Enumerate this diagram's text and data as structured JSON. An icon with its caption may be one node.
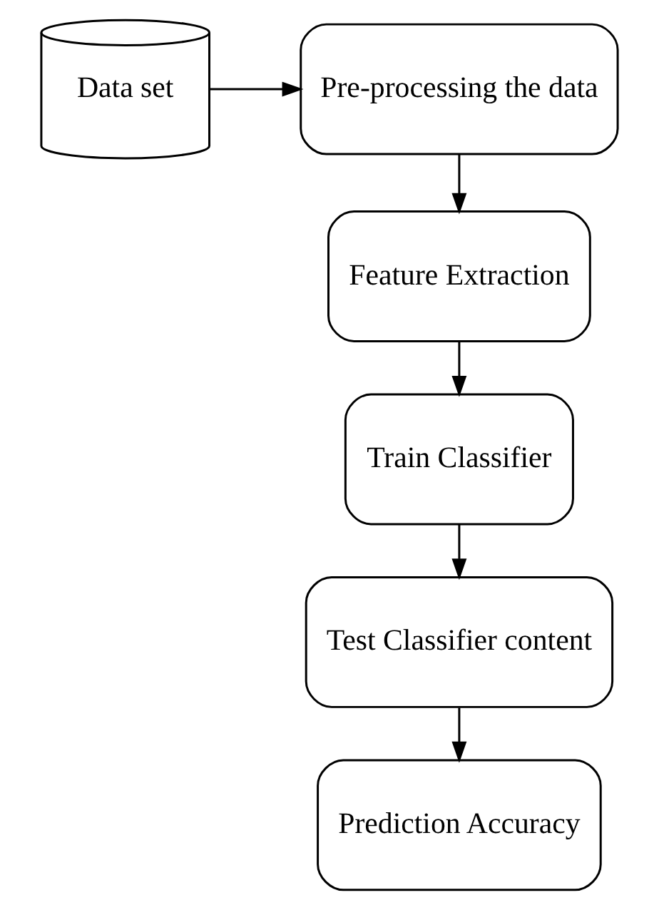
{
  "diagram": {
    "nodes": [
      {
        "text": [
          "Data set"
        ]
      },
      {
        "text": [
          "Pre-processing the data"
        ]
      },
      {
        "text": [
          "Feature Extraction"
        ]
      },
      {
        "text": [
          "Train Classifier"
        ]
      },
      {
        "text": [
          "Test Classifier content"
        ]
      },
      {
        "text": [
          "Prediction Accuracy"
        ]
      }
    ],
    "edges": [
      {
        "from": 0,
        "to": 1,
        "arrow": "to"
      },
      {
        "from": 1,
        "to": 2,
        "arrow": "to"
      },
      {
        "from": 2,
        "to": 3,
        "arrow": "to"
      },
      {
        "from": 3,
        "to": 4,
        "arrow": "to"
      },
      {
        "from": 4,
        "to": 5,
        "arrow": "to"
      }
    ]
  }
}
